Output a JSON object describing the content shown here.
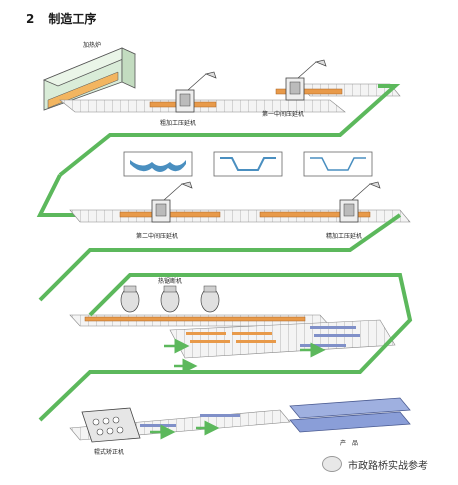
{
  "header": {
    "section_number": "2",
    "title": "制造工序"
  },
  "labels": {
    "furnace": "加热炉",
    "rough_mill": "粗加工压延机",
    "first_intermediate_mill": "第一中间压延机",
    "second_intermediate_mill": "第二中间压延机",
    "finishing_mill": "精加工压延机",
    "hot_saw": "热锯断机",
    "straightener": "辊式矫正机",
    "product": "产　品"
  },
  "watermark": {
    "text": "市政路桥实战参考"
  },
  "colors": {
    "flow": "#5cb85c",
    "hot_steel": "#e89a4a",
    "cold_steel": "#8090c8",
    "outline": "#444444"
  }
}
